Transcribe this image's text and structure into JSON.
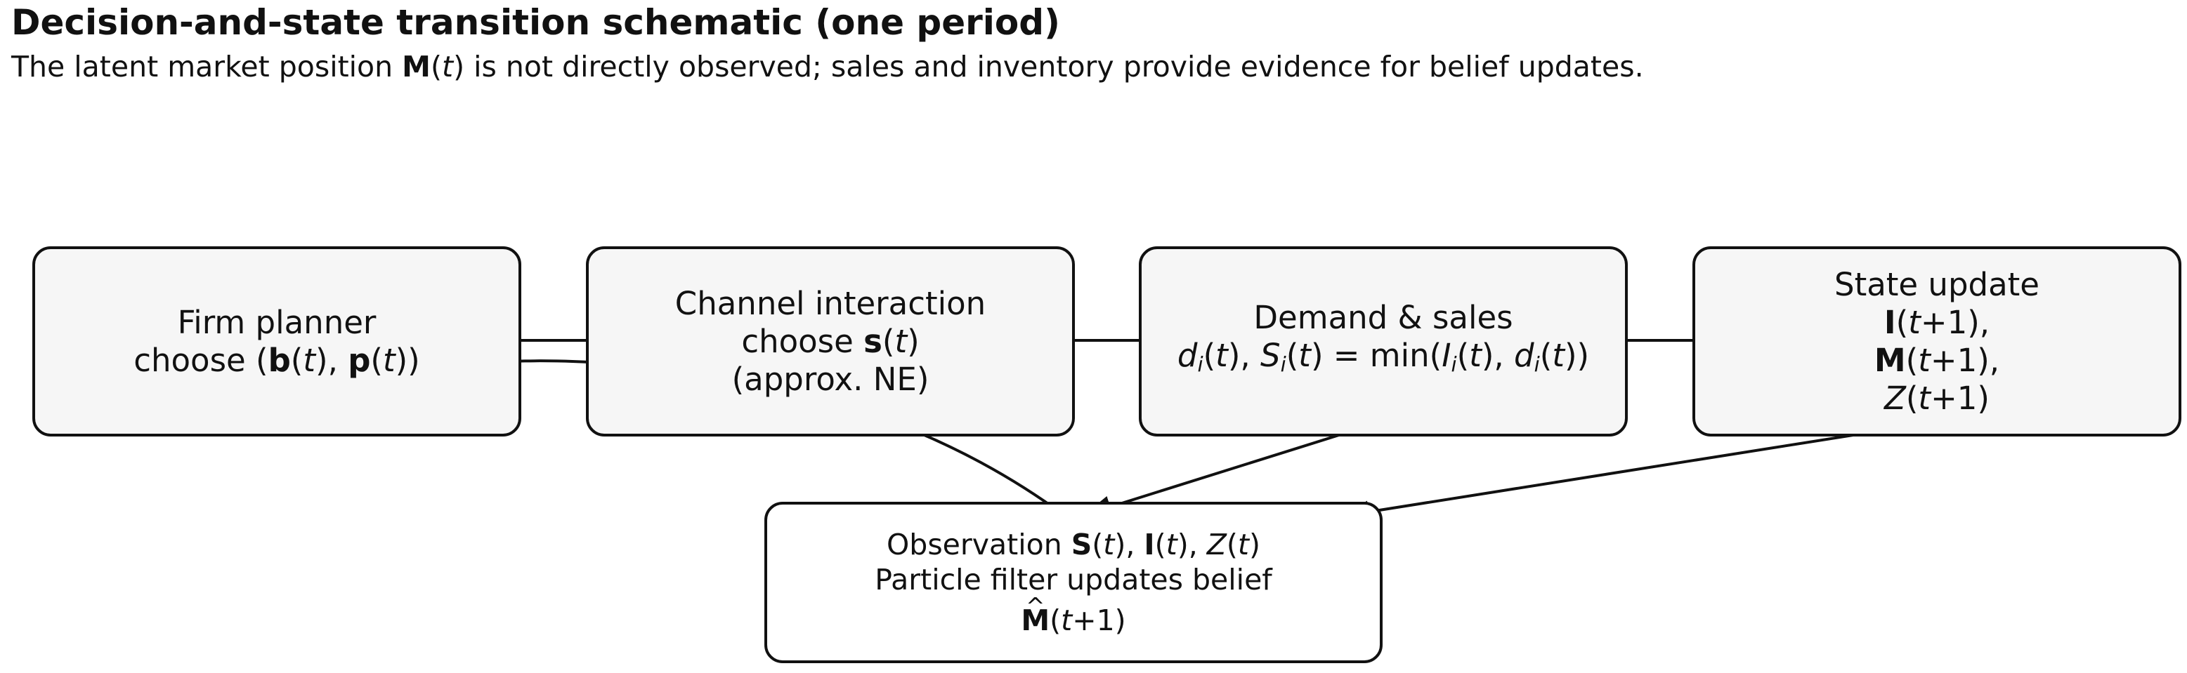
{
  "figure": {
    "title": "Decision-and-state transition schematic (one period)",
    "subtitle_parts": [
      "The latent market position ",
      "M",
      "(",
      "t",
      ") is not directly observed; sales and inventory provide evidence for belief updates."
    ]
  },
  "nodes": {
    "firm_planner": {
      "heading": "Firm planner",
      "math": [
        "choose (",
        "b",
        "(",
        "t",
        "), ",
        "p",
        "(",
        "t",
        "))"
      ]
    },
    "channel_interaction": {
      "heading": "Channel interaction",
      "math": [
        "choose ",
        "s",
        "(",
        "t",
        ")"
      ],
      "note": "(approx. NE)"
    },
    "demand_sales": {
      "heading": "Demand & sales",
      "math": [
        "d",
        "i",
        "(",
        "t",
        "), ",
        "S",
        "i",
        "(",
        "t",
        ") = min(",
        "I",
        "i",
        "(",
        "t",
        "), ",
        "d",
        "i",
        "(",
        "t",
        "))"
      ]
    },
    "state_update": {
      "heading": "State update",
      "line1": [
        "I",
        "(",
        "t",
        "+1),"
      ],
      "line2": [
        "M",
        "(",
        "t",
        "+1),"
      ],
      "line3": [
        "Z",
        "(",
        "t",
        "+1)"
      ]
    },
    "observation": {
      "line1": [
        "Observation ",
        "S",
        "(",
        "t",
        "), ",
        "I",
        "(",
        "t",
        "), ",
        "Z",
        "(",
        "t",
        ")"
      ],
      "line2": "Particle filter updates belief",
      "line3": [
        "M",
        "(",
        "t",
        "+1)"
      ]
    }
  },
  "edges": [
    {
      "from": "firm_planner",
      "to": "channel_interaction"
    },
    {
      "from": "channel_interaction",
      "to": "demand_sales"
    },
    {
      "from": "demand_sales",
      "to": "state_update"
    },
    {
      "from": "demand_sales",
      "to": "observation"
    },
    {
      "from": "state_update",
      "to": "observation"
    },
    {
      "from": "observation",
      "to": "firm_planner",
      "style": "curved"
    }
  ],
  "colors": {
    "box_fill": "#f6f6f6",
    "observation_fill": "#ffffff",
    "stroke": "#111111",
    "text": "#111111"
  }
}
